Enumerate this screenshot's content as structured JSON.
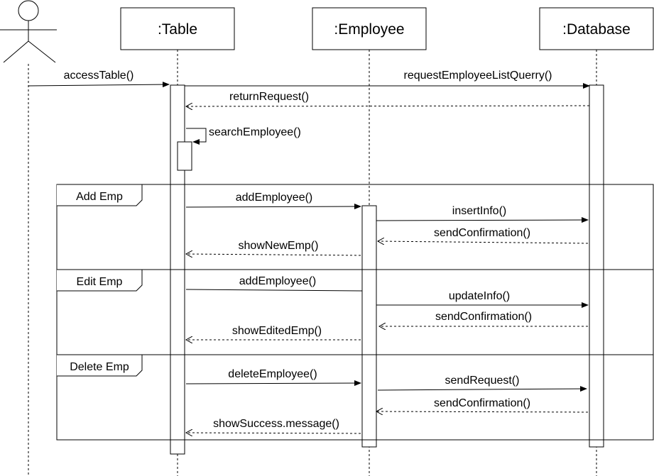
{
  "participants": {
    "actor": "",
    "table": ":Table",
    "employee": ":Employee",
    "database": ":Database"
  },
  "messages": {
    "access_table": "accessTable()",
    "request_list": "requestEmployeeListQuerry()",
    "return_request": "returnRequest()",
    "search_employee": "searchEmployee()",
    "add_employee": "addEmployee()",
    "insert_info": "insertInfo()",
    "send_confirmation_1": "sendConfirmation()",
    "show_new_emp": "showNewEmp()",
    "edit_add_employee": "addEmployee()",
    "update_info": "updateInfo()",
    "send_confirmation_2": "sendConfirmation()",
    "show_edited_emp": "showEditedEmp()",
    "delete_employee": "deleteEmployee()",
    "send_request": "sendRequest()",
    "send_confirmation_3": "sendConfirmation()",
    "show_success": "showSuccess.message()"
  },
  "frames": {
    "add": "Add Emp",
    "edit": "Edit Emp",
    "delete": "Delete Emp"
  }
}
